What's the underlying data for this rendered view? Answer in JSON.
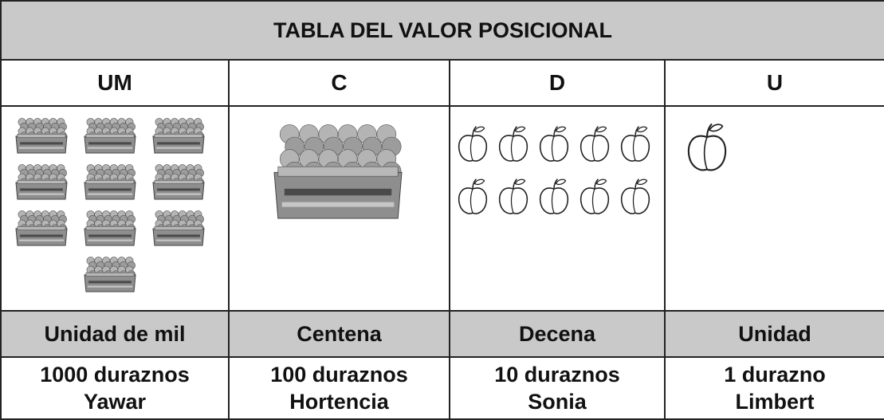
{
  "title": "TABLA DEL VALOR POSICIONAL",
  "headers": [
    "UM",
    "C",
    "D",
    "U"
  ],
  "names": [
    "Unidad de mil",
    "Centena",
    "Decena",
    "Unidad"
  ],
  "values": [
    {
      "count": "1000 duraznos",
      "person": "Yawar"
    },
    {
      "count": "100 duraznos",
      "person": "Hortencia"
    },
    {
      "count": "10 duraznos",
      "person": "Sonia"
    },
    {
      "count": "1 durazno",
      "person": "Limbert"
    }
  ],
  "pictures": {
    "um": {
      "icon": "peach-crate-icon",
      "count": 10
    },
    "c": {
      "icon": "peach-crate-icon",
      "count": 1
    },
    "d": {
      "icon": "peach-icon",
      "count": 10
    },
    "u": {
      "icon": "peach-icon",
      "count": 1
    }
  },
  "colors": {
    "header_fill": "#c9c9c9",
    "border": "#222222",
    "text": "#111111"
  }
}
